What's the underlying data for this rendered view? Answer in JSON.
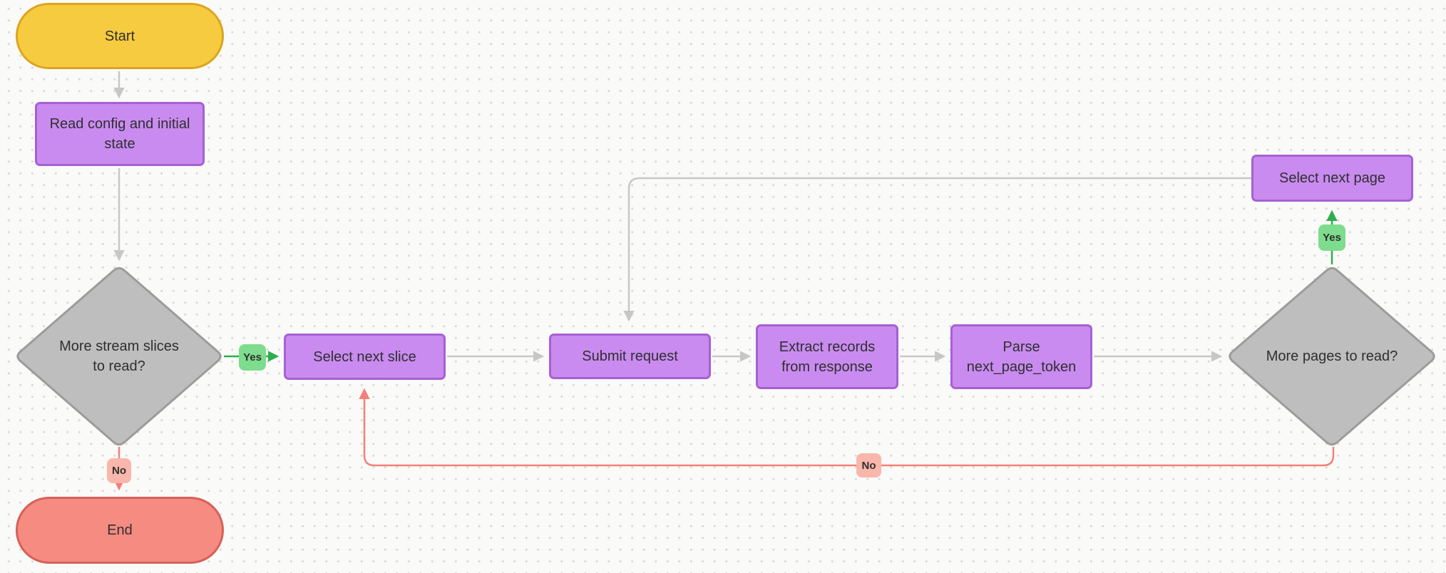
{
  "canvas": {
    "background_color": "#fafaf9",
    "dot_color": "#d9d9d9"
  },
  "colors": {
    "terminal_start_fill": "#f7cb3f",
    "terminal_start_border": "#dca520",
    "terminal_end_fill": "#f58b81",
    "terminal_end_border": "#d66059",
    "process_fill": "#c98bf0",
    "process_border": "#a760d2",
    "decision_fill": "#bfbebe",
    "decision_border": "#9c9c9c",
    "edge_gray": "#c7c7c7",
    "edge_green": "#2ead4e",
    "edge_red": "#f48078",
    "badge_yes_fill": "#7ddc8d",
    "badge_no_fill": "#f9b6ab",
    "label_text": "#2f2f2f"
  },
  "nodes": {
    "start": {
      "label": "Start",
      "type": "terminal"
    },
    "read_config": {
      "label": "Read config and initial state",
      "type": "process"
    },
    "more_slices": {
      "label": "More stream slices to read?",
      "type": "decision"
    },
    "select_next_slice": {
      "label": "Select next slice",
      "type": "process"
    },
    "submit_request": {
      "label": "Submit request",
      "type": "process"
    },
    "extract_records": {
      "label": "Extract records from response",
      "type": "process"
    },
    "parse_next_page_token": {
      "label": "Parse next_page_token",
      "type": "process"
    },
    "more_pages": {
      "label": "More pages to read?",
      "type": "decision"
    },
    "select_next_page": {
      "label": "Select next page",
      "type": "process"
    },
    "end": {
      "label": "End",
      "type": "terminal"
    }
  },
  "edge_labels": {
    "more_slices_yes": "Yes",
    "more_slices_no": "No",
    "more_pages_yes": "Yes",
    "more_pages_no": "No"
  },
  "edges": [
    {
      "from": "start",
      "to": "read_config",
      "color": "gray"
    },
    {
      "from": "read_config",
      "to": "more_slices",
      "color": "gray"
    },
    {
      "from": "more_slices",
      "to": "select_next_slice",
      "label": "Yes",
      "color": "green"
    },
    {
      "from": "more_slices",
      "to": "end",
      "label": "No",
      "color": "red"
    },
    {
      "from": "select_next_slice",
      "to": "submit_request",
      "color": "gray"
    },
    {
      "from": "submit_request",
      "to": "extract_records",
      "color": "gray"
    },
    {
      "from": "extract_records",
      "to": "parse_next_page_token",
      "color": "gray"
    },
    {
      "from": "parse_next_page_token",
      "to": "more_pages",
      "color": "gray"
    },
    {
      "from": "more_pages",
      "to": "select_next_page",
      "label": "Yes",
      "color": "green"
    },
    {
      "from": "select_next_page",
      "to": "submit_request",
      "color": "gray"
    },
    {
      "from": "more_pages",
      "to": "select_next_slice",
      "label": "No",
      "color": "red"
    }
  ]
}
